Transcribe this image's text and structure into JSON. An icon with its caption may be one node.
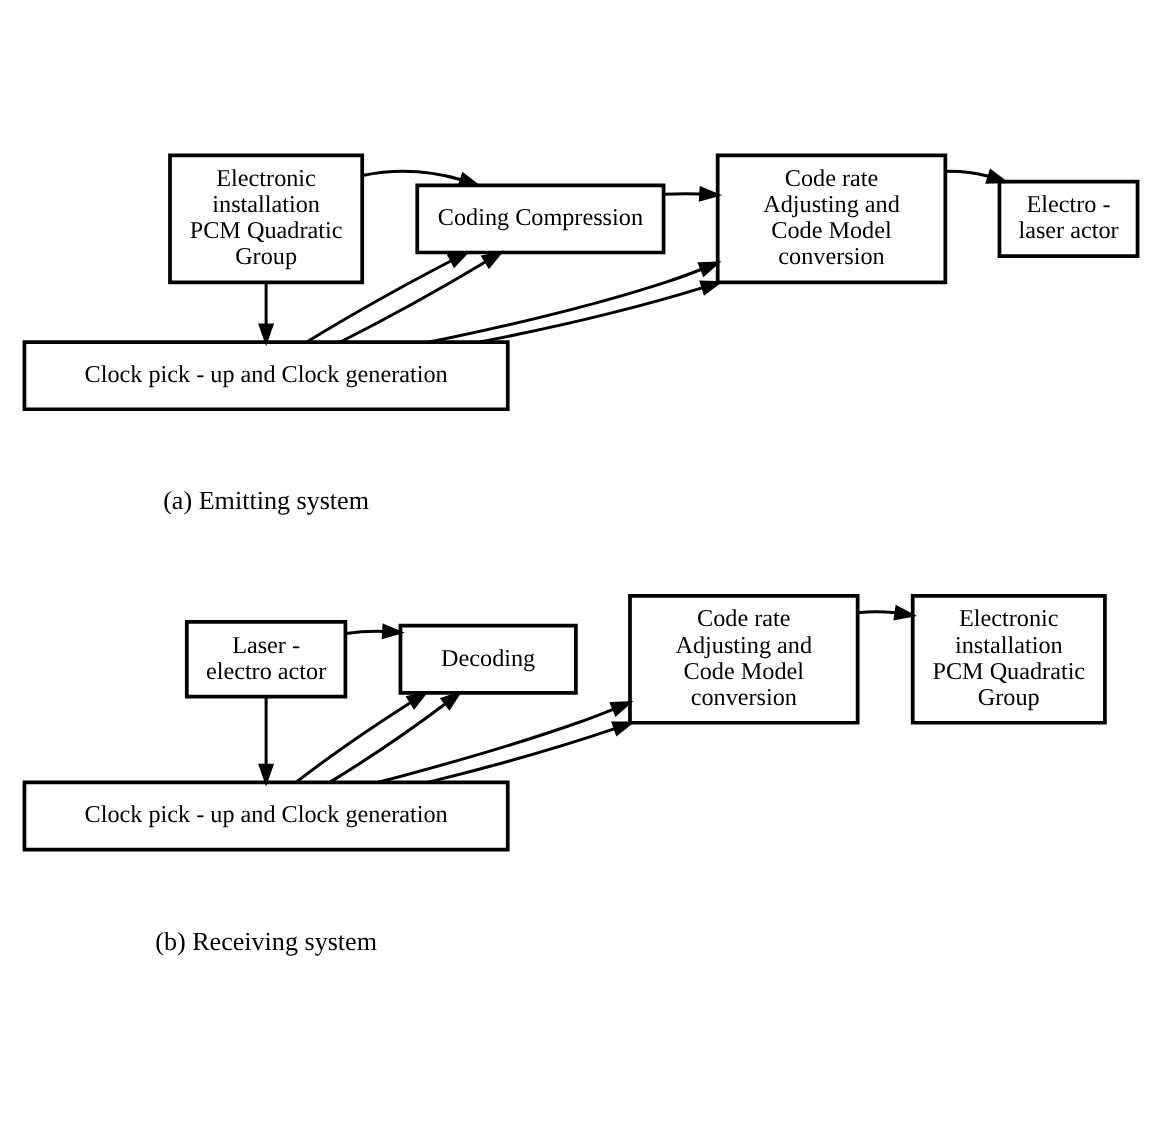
{
  "diagram": {
    "nodes": [
      {
        "text": [
          "Electronic installation PCM Quadratic Group"
        ]
      },
      {
        "text": [
          "Coding Compression"
        ]
      },
      {
        "text": [
          "Code rate Adjusting and Code Model conversion"
        ]
      },
      {
        "text": [
          "Electro - laser actor"
        ]
      },
      {
        "text": [
          "Clock pick - up and Clock generation"
        ]
      },
      {
        "text": [
          "Laser - electro actor"
        ]
      },
      {
        "text": [
          "Decoding"
        ]
      },
      {
        "text": [
          "Code rate Adjusting and Code Model conversion"
        ]
      },
      {
        "text": [
          "Electronic installation PCM Quadratic Group"
        ]
      },
      {
        "text": [
          "Clock pick - up and Clock generation"
        ]
      }
    ],
    "edges": [
      {
        "from": 0,
        "to": 1,
        "arrow": "to"
      },
      {
        "from": 1,
        "to": 2,
        "arrow": "to"
      },
      {
        "from": 2,
        "to": 3,
        "arrow": "to"
      },
      {
        "from": 0,
        "to": 4,
        "arrow": "to"
      },
      {
        "from": 4,
        "to": 1,
        "arrow": "to"
      },
      {
        "from": 4,
        "to": 1,
        "arrow": "to"
      },
      {
        "from": 4,
        "to": 2,
        "arrow": "to"
      },
      {
        "from": 4,
        "to": 2,
        "arrow": "to"
      },
      {
        "from": 5,
        "to": 6,
        "arrow": "to"
      },
      {
        "from": 5,
        "to": 9,
        "arrow": "to"
      },
      {
        "from": 9,
        "to": 6,
        "arrow": "to"
      },
      {
        "from": 9,
        "to": 6,
        "arrow": "to"
      },
      {
        "from": 9,
        "to": 7,
        "arrow": "to"
      },
      {
        "from": 9,
        "to": 7,
        "arrow": "to"
      },
      {
        "from": 7,
        "to": 8,
        "arrow": "to"
      }
    ],
    "labels": [
      "(a) Emitting system",
      "(b) Receiving system"
    ]
  }
}
